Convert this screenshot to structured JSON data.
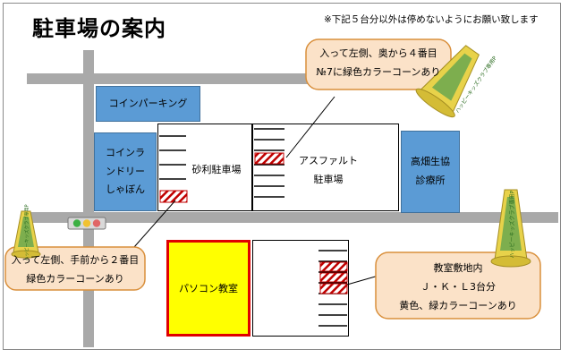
{
  "title": "駐車場の案内",
  "note": "※下記５台分以外は停めないようにお願い致します",
  "buildings": {
    "coin_parking": "コインパーキング",
    "laundry": [
      "コインラ",
      "ンドリー",
      "しゃぼん"
    ],
    "takahata": [
      "高畑生協",
      "診療所"
    ],
    "pc_room": "パソコン教室"
  },
  "lots": {
    "gravel": "砂利駐車場",
    "asphalt": [
      "アスファルト",
      "駐車場"
    ]
  },
  "callouts": {
    "top": [
      "入って左側、奥から４番目",
      "№7に緑色カラーコーンあり"
    ],
    "left": [
      "入って左側、手前から２番目",
      "緑色カラーコーンあり"
    ],
    "right": [
      "教室敷地内",
      "Ｊ・Ｋ・Ｌ3台分",
      "黄色、緑カラーコーンあり"
    ]
  },
  "cone_text": "ハッピーキッズクラブ専用P",
  "colors": {
    "cone_yellow": "#e8d24a",
    "cone_green": "#6aa84f",
    "callout_fill": "#fbe2c8",
    "callout_border": "#d98f3b",
    "hatch": "#c00000",
    "building_blue": "#5b9bd5"
  }
}
